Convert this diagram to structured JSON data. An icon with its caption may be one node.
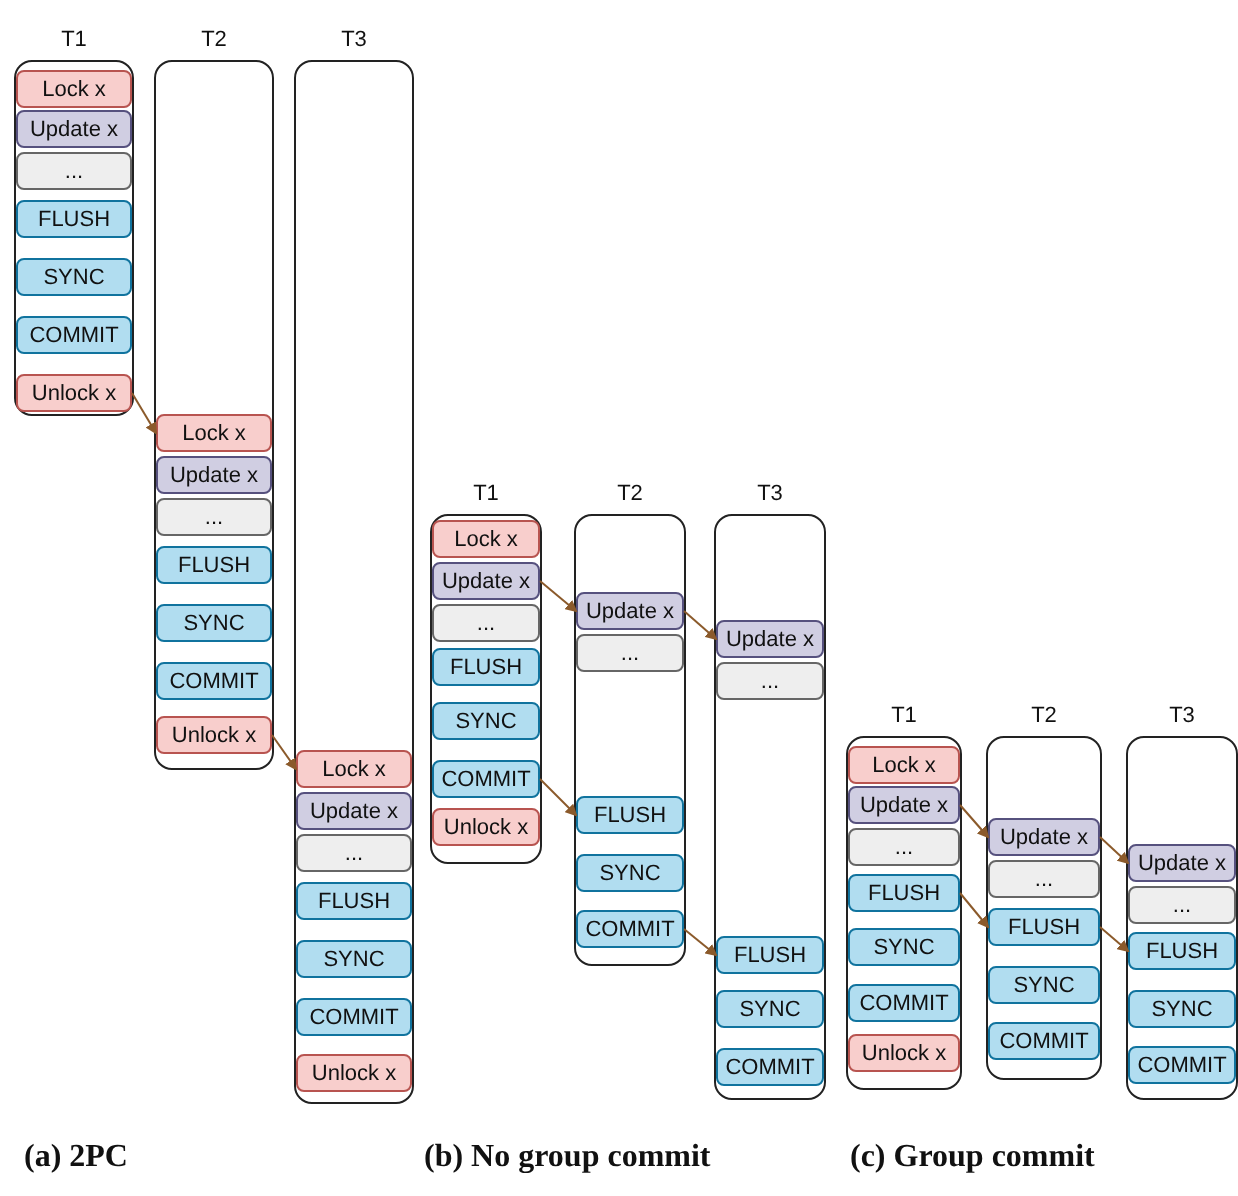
{
  "diagram": {
    "nodes": [
      {
        "text": [
          "T1"
        ]
      },
      {
        "text": [
          "Lock x"
        ],
        "in": 0
      },
      {
        "text": [
          "Update x"
        ],
        "in": 0
      },
      {
        "text": [
          "..."
        ],
        "in": 0
      },
      {
        "text": [
          "FLUSH"
        ],
        "in": 0
      },
      {
        "text": [
          "SYNC"
        ],
        "in": 0
      },
      {
        "text": [
          "COMMIT"
        ],
        "in": 0
      },
      {
        "text": [
          "Unlock x"
        ],
        "in": 0
      },
      {
        "text": [
          "T2"
        ]
      },
      {
        "text": [
          "Lock x"
        ],
        "in": 8
      },
      {
        "text": [
          "Update x"
        ],
        "in": 8
      },
      {
        "text": [
          "..."
        ],
        "in": 8
      },
      {
        "text": [
          "FLUSH"
        ],
        "in": 8
      },
      {
        "text": [
          "SYNC"
        ],
        "in": 8
      },
      {
        "text": [
          "COMMIT"
        ],
        "in": 8
      },
      {
        "text": [
          "Unlock x"
        ],
        "in": 8
      },
      {
        "text": [
          "T3"
        ]
      },
      {
        "text": [
          "Lock x"
        ],
        "in": 16
      },
      {
        "text": [
          "Update x"
        ],
        "in": 16
      },
      {
        "text": [
          "..."
        ],
        "in": 16
      },
      {
        "text": [
          "FLUSH"
        ],
        "in": 16
      },
      {
        "text": [
          "SYNC"
        ],
        "in": 16
      },
      {
        "text": [
          "COMMIT"
        ],
        "in": 16
      },
      {
        "text": [
          "Unlock x"
        ],
        "in": 16
      },
      {
        "text": [
          "T1"
        ]
      },
      {
        "text": [
          "Lock x"
        ],
        "in": 24
      },
      {
        "text": [
          "Update x"
        ],
        "in": 24
      },
      {
        "text": [
          "..."
        ],
        "in": 24
      },
      {
        "text": [
          "FLUSH"
        ],
        "in": 24
      },
      {
        "text": [
          "SYNC"
        ],
        "in": 24
      },
      {
        "text": [
          "COMMIT"
        ],
        "in": 24
      },
      {
        "text": [
          "Unlock x"
        ],
        "in": 24
      },
      {
        "text": [
          "T2"
        ]
      },
      {
        "text": [
          "Update x"
        ],
        "in": 32
      },
      {
        "text": [
          "..."
        ],
        "in": 32
      },
      {
        "text": [
          "FLUSH"
        ],
        "in": 32
      },
      {
        "text": [
          "SYNC"
        ],
        "in": 32
      },
      {
        "text": [
          "COMMIT"
        ],
        "in": 32
      },
      {
        "text": [
          "T3"
        ]
      },
      {
        "text": [
          "Update x"
        ],
        "in": 38
      },
      {
        "text": [
          "..."
        ],
        "in": 38
      },
      {
        "text": [
          "FLUSH"
        ],
        "in": 38
      },
      {
        "text": [
          "SYNC"
        ],
        "in": 38
      },
      {
        "text": [
          "COMMIT"
        ],
        "in": 38
      },
      {
        "text": [
          "T1"
        ]
      },
      {
        "text": [
          "Lock x"
        ],
        "in": 44
      },
      {
        "text": [
          "Update x"
        ],
        "in": 44
      },
      {
        "text": [
          "..."
        ],
        "in": 44
      },
      {
        "text": [
          "FLUSH"
        ],
        "in": 44
      },
      {
        "text": [
          "SYNC"
        ],
        "in": 44
      },
      {
        "text": [
          "COMMIT"
        ],
        "in": 44
      },
      {
        "text": [
          "Unlock x"
        ],
        "in": 44
      },
      {
        "text": [
          "T2"
        ]
      },
      {
        "text": [
          "Update x"
        ],
        "in": 52
      },
      {
        "text": [
          "..."
        ],
        "in": 52
      },
      {
        "text": [
          "FLUSH"
        ],
        "in": 52
      },
      {
        "text": [
          "SYNC"
        ],
        "in": 52
      },
      {
        "text": [
          "COMMIT"
        ],
        "in": 52
      },
      {
        "text": [
          "T3"
        ]
      },
      {
        "text": [
          "Update x"
        ],
        "in": 58
      },
      {
        "text": [
          "..."
        ],
        "in": 58
      },
      {
        "text": [
          "FLUSH"
        ],
        "in": 58
      },
      {
        "text": [
          "SYNC"
        ],
        "in": 58
      },
      {
        "text": [
          "COMMIT"
        ],
        "in": 58
      }
    ],
    "edges": [
      {
        "from": 7,
        "to": 9,
        "arrow": "to"
      },
      {
        "from": 15,
        "to": 17,
        "arrow": "to"
      },
      {
        "from": 26,
        "to": 33,
        "arrow": "to"
      },
      {
        "from": 33,
        "to": 39,
        "arrow": "to"
      },
      {
        "from": 30,
        "to": 35,
        "arrow": "to"
      },
      {
        "from": 37,
        "to": 41,
        "arrow": "to"
      },
      {
        "from": 46,
        "to": 53,
        "arrow": "to"
      },
      {
        "from": 53,
        "to": 59,
        "arrow": "to"
      },
      {
        "from": 48,
        "to": 55,
        "arrow": "to"
      },
      {
        "from": 55,
        "to": 61,
        "arrow": "to"
      }
    ],
    "labels": [
      "(a) 2PC",
      "(b) No group commit",
      "(c) Group commit"
    ]
  }
}
